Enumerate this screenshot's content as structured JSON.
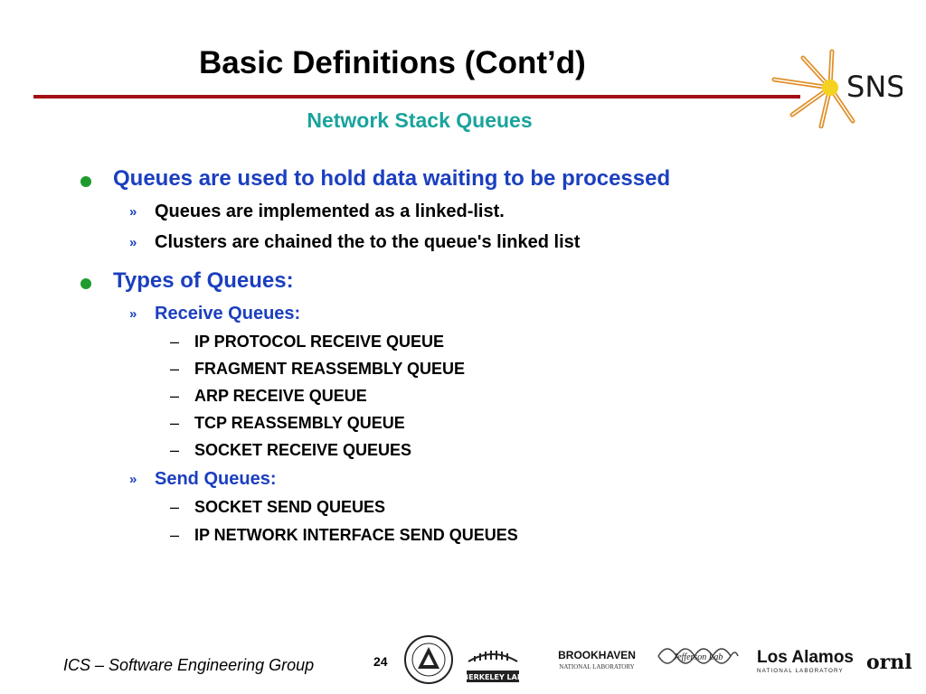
{
  "slide": {
    "title": "Basic Definitions (Cont’d)",
    "subtitle": "Network Stack Queues"
  },
  "sns_logo": {
    "text": "SNS"
  },
  "bullets": [
    {
      "text": "Queues are used to hold data waiting to be processed",
      "subs": [
        {
          "text": "Queues are implemented as a linked-list."
        },
        {
          "text": "Clusters are chained the to the queue's linked list"
        }
      ]
    },
    {
      "text": "Types of Queues:",
      "subs": [
        {
          "text": "Receive Queues:",
          "items": [
            "IP PROTOCOL RECEIVE QUEUE",
            "FRAGMENT REASSEMBLY QUEUE",
            "ARP RECEIVE QUEUE",
            "TCP REASSEMBLY QUEUE",
            "SOCKET RECEIVE QUEUES"
          ]
        },
        {
          "text": "Send Queues:",
          "items": [
            "SOCKET SEND QUEUES",
            "IP NETWORK INTERFACE SEND QUEUES"
          ]
        }
      ]
    }
  ],
  "markers": {
    "level2": "»",
    "level3": "–"
  },
  "footer": {
    "group": "ICS – Software Engineering Group",
    "page": "24"
  },
  "logos": {
    "berkeley": "BERKELEY LAB",
    "brookhaven": "BROOKHAVEN",
    "brookhaven_sub": "NATIONAL LABORATORY",
    "jefferson": "Jefferson Lab",
    "los_alamos": "Los Alamos",
    "los_alamos_sub": "NATIONAL LABORATORY",
    "ornl": "ornl"
  },
  "colors": {
    "title_rule": "#a30f15",
    "subtitle": "#1aa39c",
    "level1_text": "#1b3fbf",
    "bullet_dot": "#1f9b2e"
  }
}
